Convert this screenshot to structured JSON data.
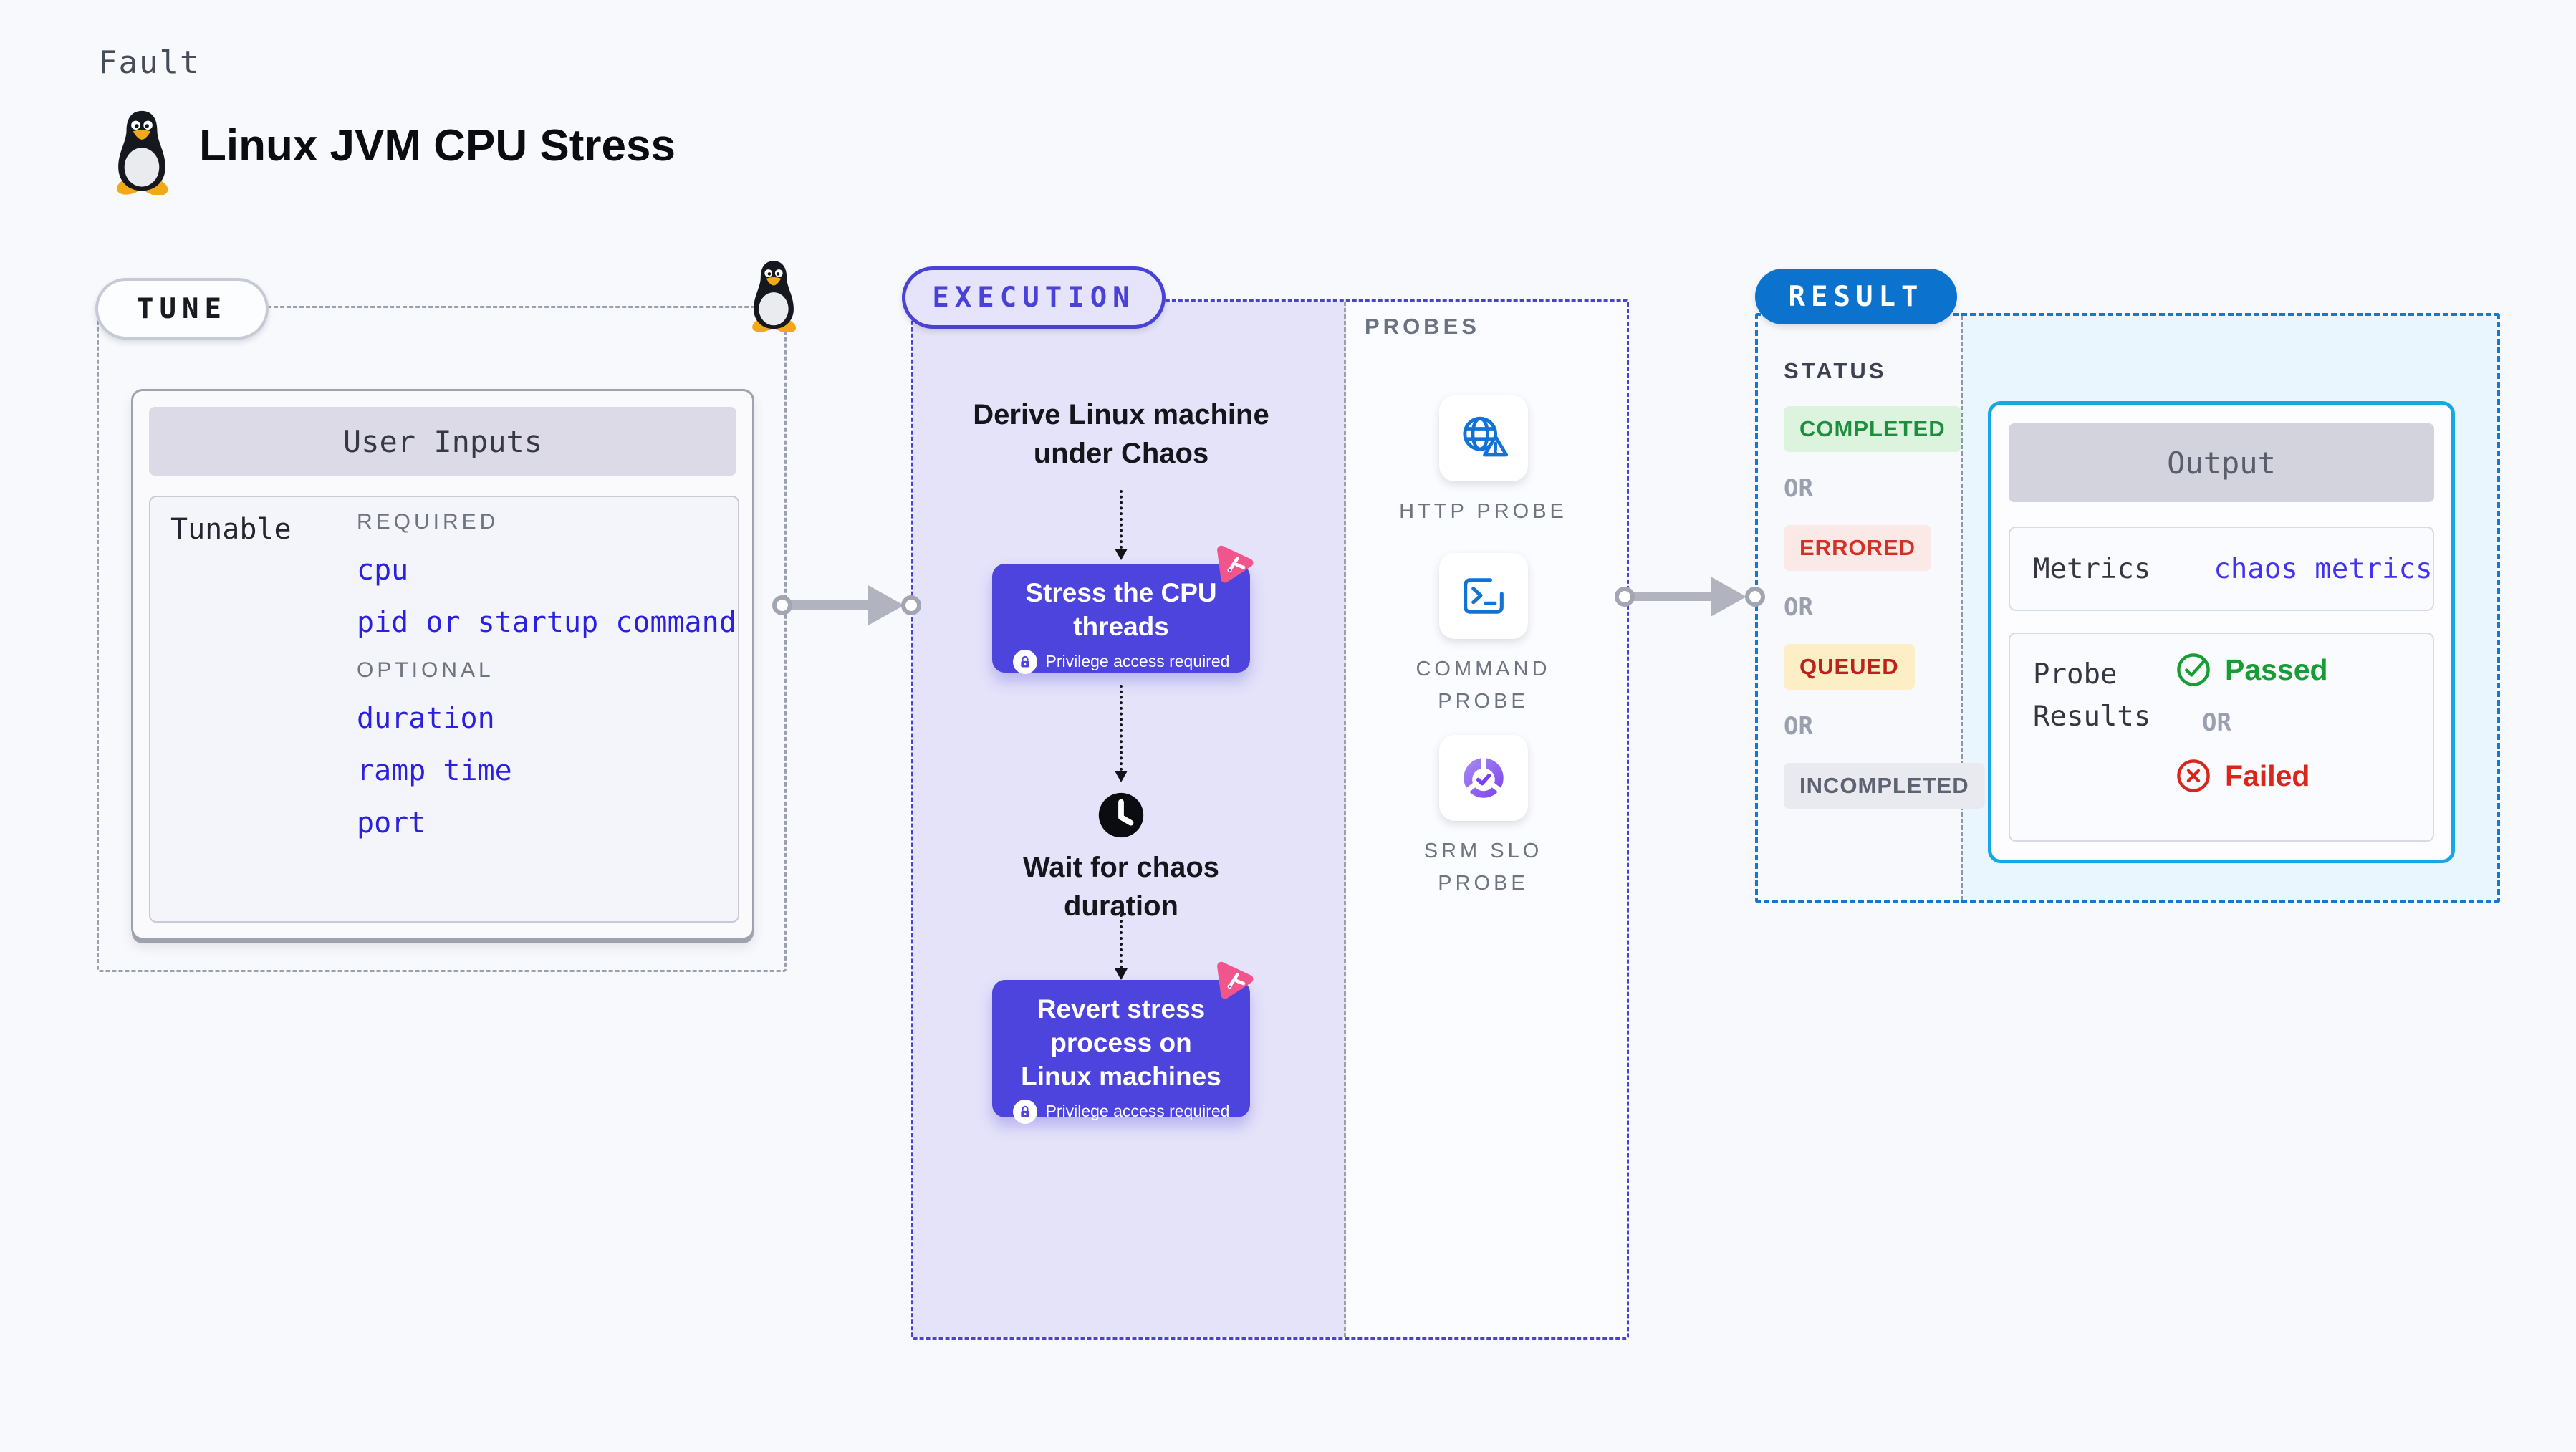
{
  "header": {
    "eyebrow": "Fault",
    "title": "Linux JVM CPU Stress"
  },
  "tune": {
    "label": "TUNE",
    "card_title": "User Inputs",
    "row_label": "Tunable",
    "required_heading": "REQUIRED",
    "optional_heading": "OPTIONAL",
    "required_items": [
      "cpu",
      "pid or startup command"
    ],
    "optional_items": [
      "duration",
      "ramp time",
      "port"
    ]
  },
  "execution": {
    "label": "EXECUTION",
    "start_text": "Derive Linux machine under Chaos",
    "stress_title": "Stress the CPU threads",
    "wait_text": "Wait for chaos duration",
    "revert_title": "Revert stress process on Linux machines",
    "privilege_note": "Privilege access required"
  },
  "probes": {
    "label": "PROBES",
    "items": [
      {
        "name": "HTTP PROBE",
        "icon": "globe-alert-icon"
      },
      {
        "name": "COMMAND PROBE",
        "icon": "terminal-icon"
      },
      {
        "name": "SRM SLO PROBE",
        "icon": "slo-donut-icon"
      }
    ]
  },
  "result": {
    "label": "RESULT",
    "status_heading": "STATUS",
    "or_label": "OR",
    "statuses": [
      {
        "text": "COMPLETED",
        "style": "color:#1e8e3e;background:#dcf3dd"
      },
      {
        "text": "ERRORED",
        "style": "color:#d33125;background:#fbe9e7"
      },
      {
        "text": "QUEUED",
        "style": "color:#bb231c;background:#fcefc6"
      },
      {
        "text": "INCOMPLETED",
        "style": "color:#5d6373;background:#e9eaef"
      }
    ],
    "output": {
      "title": "Output",
      "metrics_label": "Metrics",
      "metrics_value": "chaos metrics",
      "probe_results_label": "Probe Results",
      "passed_label": "Passed",
      "failed_label": "Failed"
    }
  },
  "colors": {
    "accent_indigo": "#4c44dd",
    "accent_blue": "#0b73cd",
    "accent_cyan": "#15a8e4",
    "link_blue": "#2b1fe0",
    "pink_badge": "#f2548c",
    "probe_icon_blue": "#1173d4",
    "passed_green": "#189c34",
    "failed_red": "#d8271a"
  }
}
